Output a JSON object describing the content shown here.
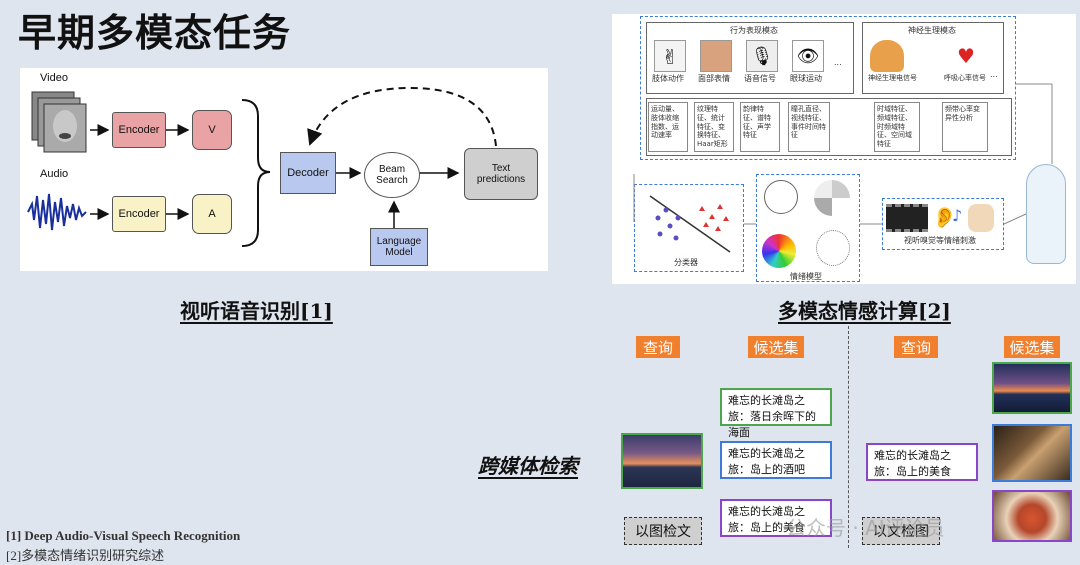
{
  "slide": {
    "title": "早期多模态任务",
    "footnote1": "[1] Deep Audio-Visual Speech Recognition",
    "footnote2": "[2]多模态情绪识别研究综述",
    "watermark": "公众号 · AI评论员"
  },
  "avsr": {
    "caption": "视听语音识别[1]",
    "video_label": "Video",
    "audio_label": "Audio",
    "encoder_label": "Encoder",
    "v_label": "V",
    "a_label": "A",
    "decoder_label": "Decoder",
    "beam_label": "Beam Search",
    "text_pred_label": "Text predictions",
    "lm_label": "Language Model"
  },
  "mac": {
    "caption": "多模态情感计算[2]",
    "behavior_title": "行为表现模态",
    "neuro_title": "神经生理模态",
    "modalities": [
      "肢体动作",
      "面部表情",
      "语音信号",
      "眼球运动",
      "神经生理电信号",
      "呼吸心率信号"
    ],
    "features": [
      "运动量、肢体收缩指数、运动速率",
      "纹理特征、统计特征、变换特征、Haar矩形",
      "韵律特征、谱特征、声学特征",
      "瞳孔直径、视线特征、事件时间特征",
      "时域特征、频域特征、时频域特征、空间域特征",
      "频带心率变异性分析"
    ],
    "classifier_label": "分类器",
    "emotion_model_label": "情绪模型",
    "stimulus_label": "视听嗅觉等情绪刺激",
    "ellipsis": "..."
  },
  "retrieval": {
    "label": "跨媒体检索",
    "query_label": "查询",
    "candidate_label": "候选集",
    "left_candidates": [
      "难忘的长滩岛之旅：落日余晖下的海面",
      "难忘的长滩岛之旅：岛上的酒吧",
      "难忘的长滩岛之旅：岛上的美食"
    ],
    "right_query": "难忘的长滩岛之旅：岛上的美食",
    "img2text_label": "以图检文",
    "text2img_label": "以文检图"
  },
  "colors": {
    "encoder": "#e9a3a5",
    "v_a": "#f8f2c6",
    "decoder": "#b9c8ef",
    "beam": "#ffffff",
    "lm": "#b9c8ef",
    "text_pred": "#cfcfcf",
    "orange": "#f07f2e",
    "blue_border": "#3c7bd8",
    "purple_border": "#8a46c8",
    "green_border": "#4ca64c"
  }
}
